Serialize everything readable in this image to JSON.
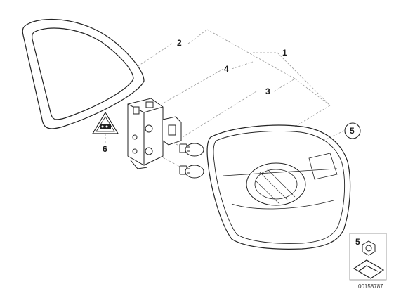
{
  "callouts": {
    "part_1": "1",
    "part_2": "2",
    "part_3": "3",
    "part_4": "4",
    "part_5": "5",
    "part_6": "6"
  },
  "inset": {
    "label": "5"
  },
  "catalog_number": "00158787",
  "colors": {
    "line": "#222222",
    "leader": "#9a9a9a",
    "background": "#ffffff"
  },
  "icons": {
    "warning_label": "warning-triangle-icon",
    "bulb": "bulb-icon",
    "nut": "hex-nut-icon",
    "arrow": "direction-arrow-icon"
  }
}
